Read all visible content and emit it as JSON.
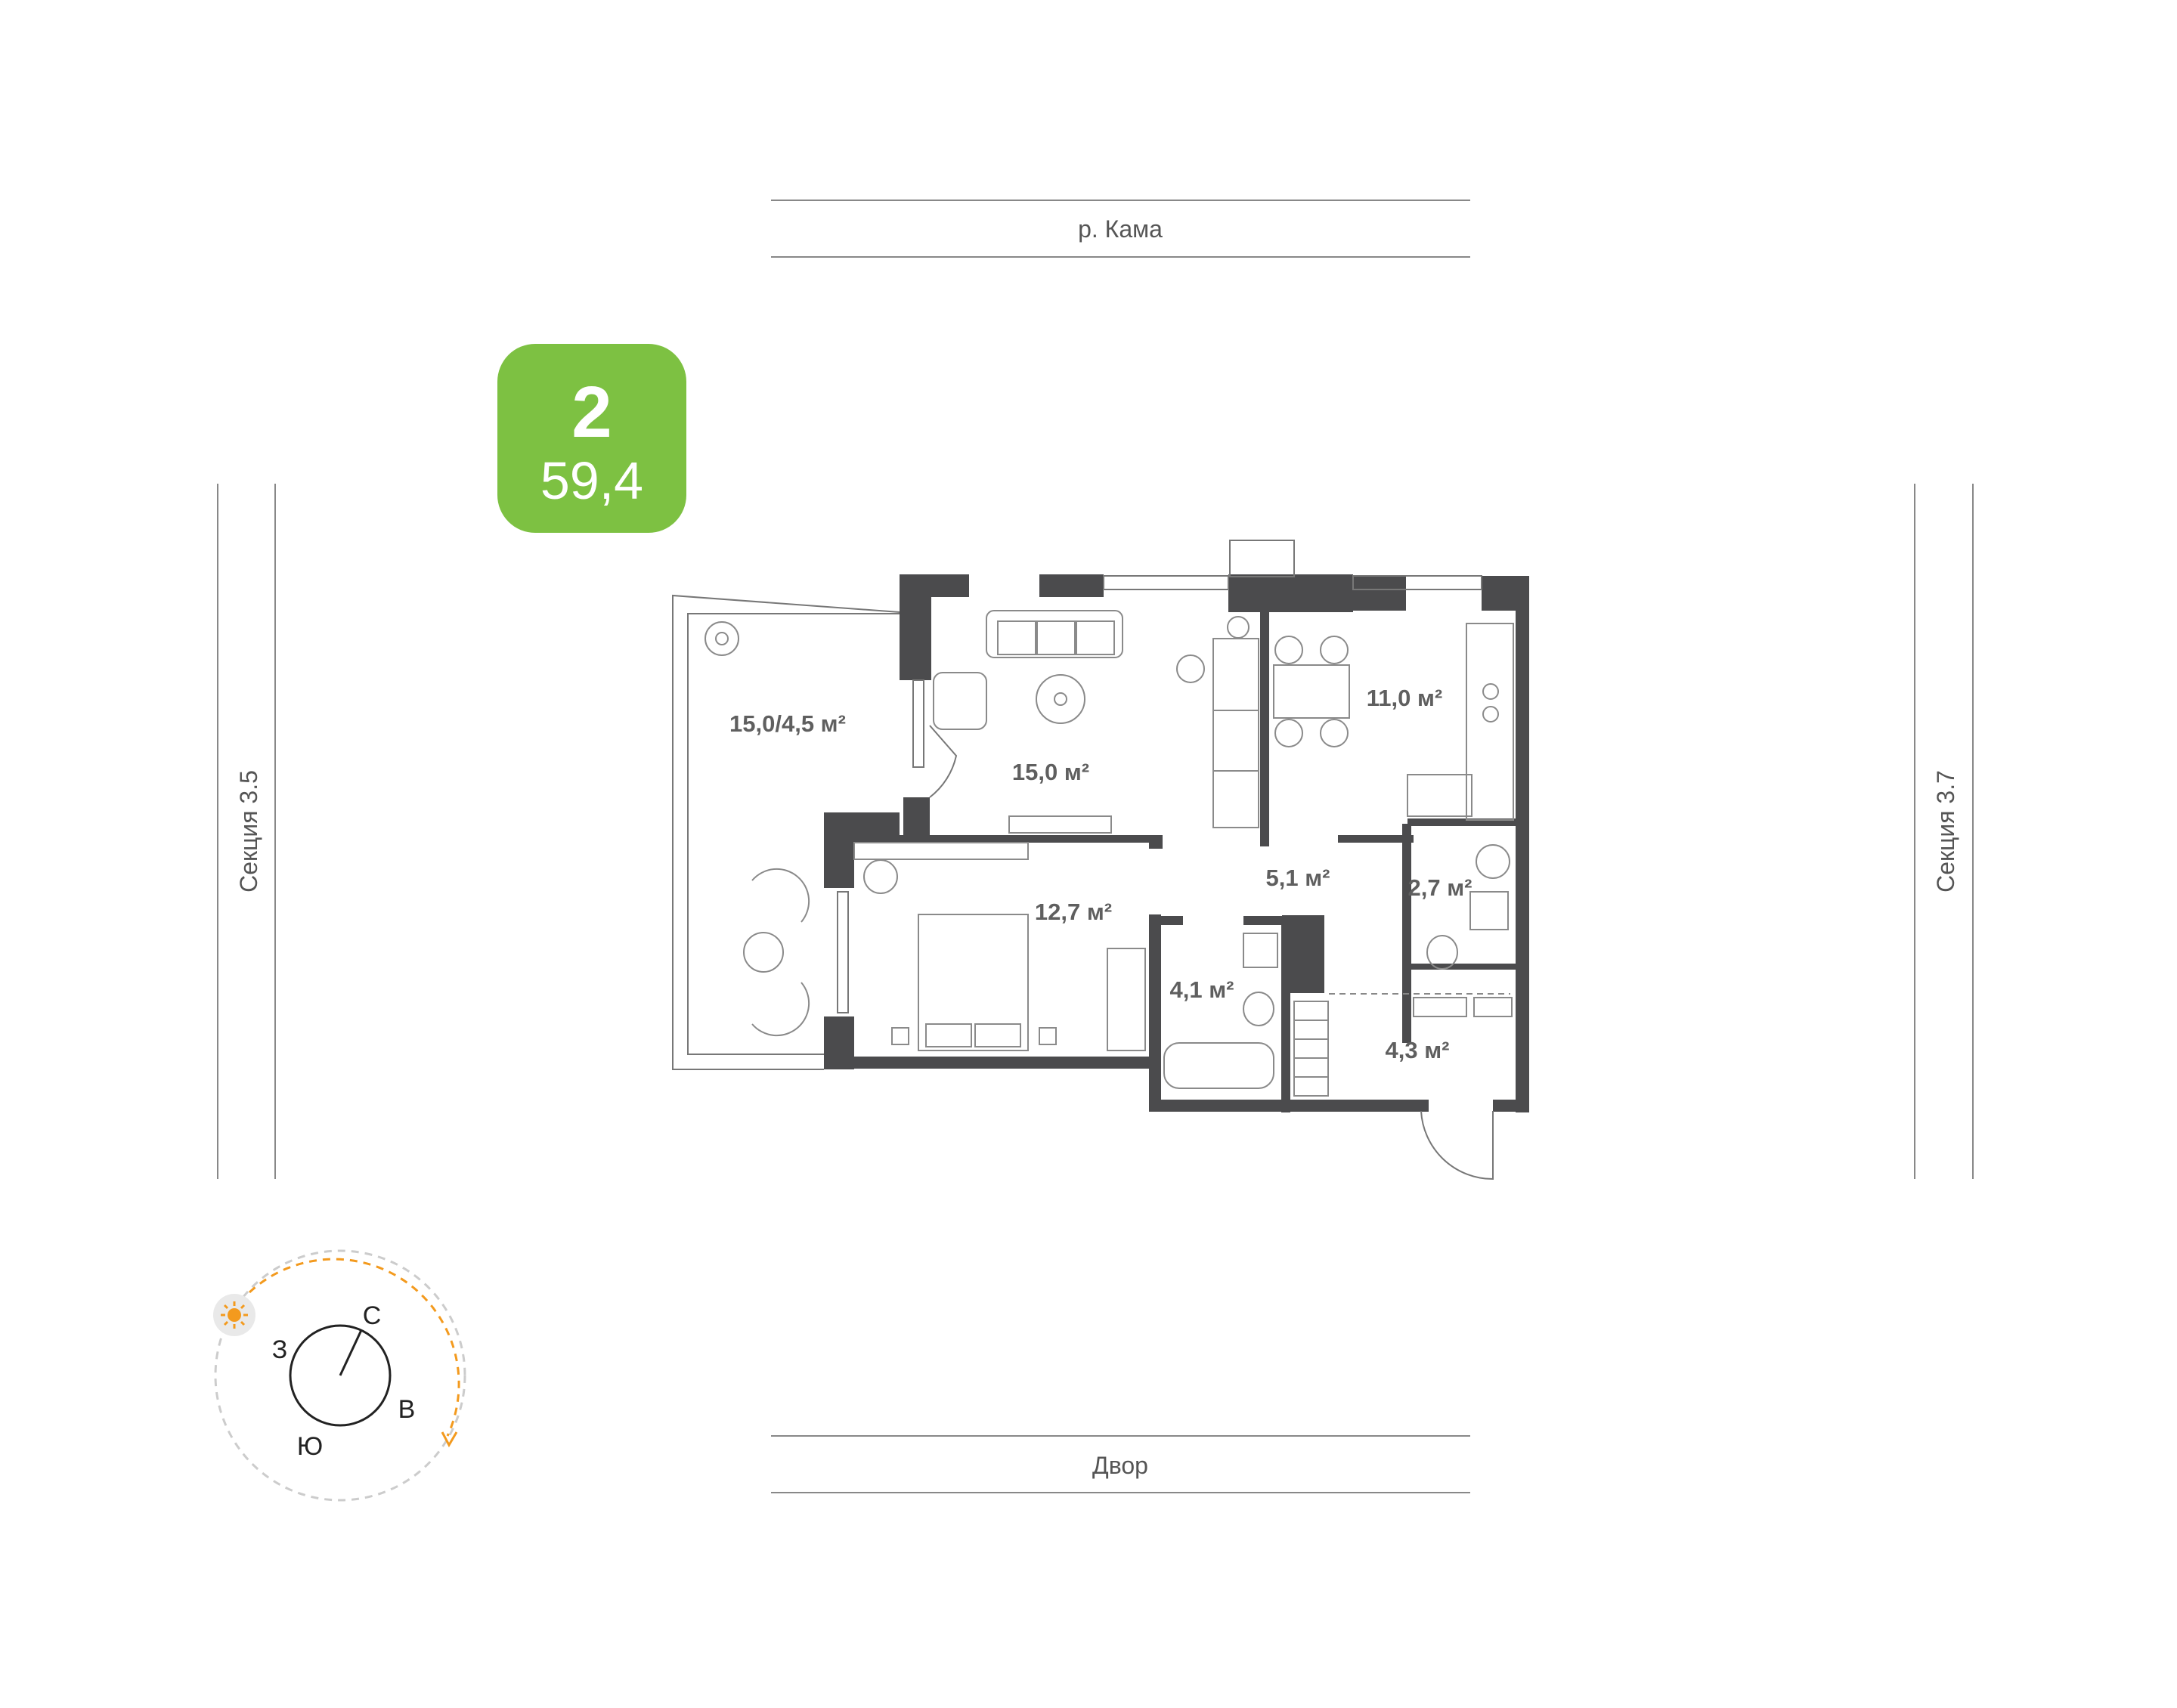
{
  "badge": {
    "rooms": "2",
    "area": "59,4",
    "color": "#7dc142"
  },
  "surroundings": {
    "top": "р. Кама",
    "bottom": "Двор",
    "left": "Секция 3.5",
    "right": "Секция 3.7"
  },
  "rooms": {
    "balcony": "15,0/4,5 м²",
    "living": "15,0 м²",
    "kitchen": "11,0 м²",
    "bedroom": "12,7 м²",
    "hall": "5,1 м²",
    "wc": "2,7 м²",
    "bathroom": "4,1 м²",
    "entrance": "4,3 м²"
  },
  "compass": {
    "north": "С",
    "east": "В",
    "south": "Ю",
    "west": "З",
    "sun_color": "#f39a1e"
  },
  "colors": {
    "wall": "#4b4b4d",
    "line": "#777777"
  }
}
